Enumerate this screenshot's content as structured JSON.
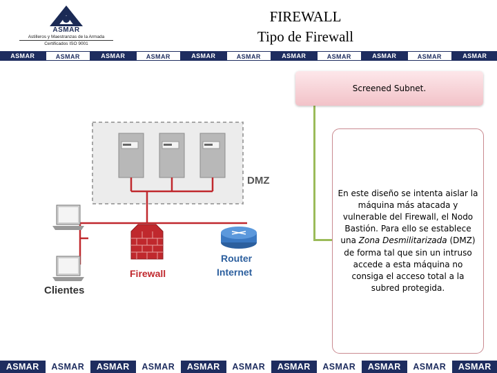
{
  "header": {
    "logo_brand": "ASMAR",
    "logo_tagline": "Astilleros y Maestranzas de la Armada",
    "logo_cert": "Certificados ISO 9001",
    "title_line1": "FIREWALL",
    "title_line2": "Tipo de Firewall"
  },
  "band": {
    "label": "ASMAR"
  },
  "diagram": {
    "dmz_label": "DMZ",
    "firewall_label": "Firewall",
    "router_label_1": "Router",
    "router_label_2": "Internet",
    "clients_label": "Clientes"
  },
  "smartart": {
    "header": "Screened Subnet.",
    "body_1": "En este diseño se intenta aislar la máquina más atacada y vulnerable del Firewall, el Nodo Bastión. Para ello se establece una ",
    "body_em": "Zona Desmilitarizada",
    "body_2": " (DMZ) de forma tal que sin un intruso accede a esta máquina no consiga el acceso total a la subred protegida."
  },
  "colors": {
    "navy": "#1e2d5f",
    "accent_green": "#9bbb59",
    "red": "#c0282d",
    "router_blue": "#3a78c2"
  }
}
